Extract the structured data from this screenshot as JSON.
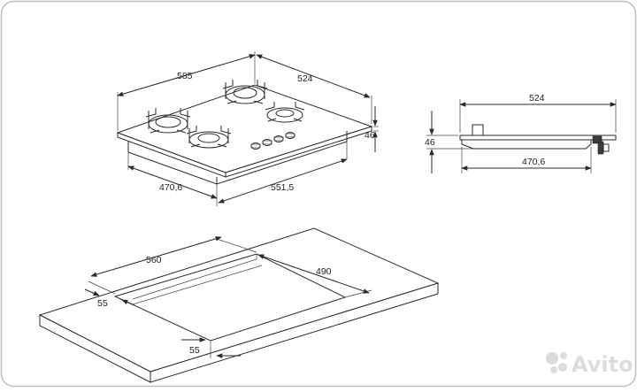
{
  "dimensions": {
    "hob_width": "585",
    "hob_depth": "524",
    "hob_height": "46",
    "base_depth": "470,6",
    "base_width": "551,5",
    "side_depth": "524",
    "side_height": "46",
    "side_base": "470,6",
    "cutout_width": "560",
    "cutout_depth": "490",
    "margin_back": "55",
    "margin_front": "55"
  },
  "watermark": {
    "brand": "Avito",
    "icon": "avito-dots-icon"
  },
  "colors": {
    "line": "#2a2a2a",
    "frame_border": "#bdbdbd",
    "watermark": "#dcdcdc"
  }
}
